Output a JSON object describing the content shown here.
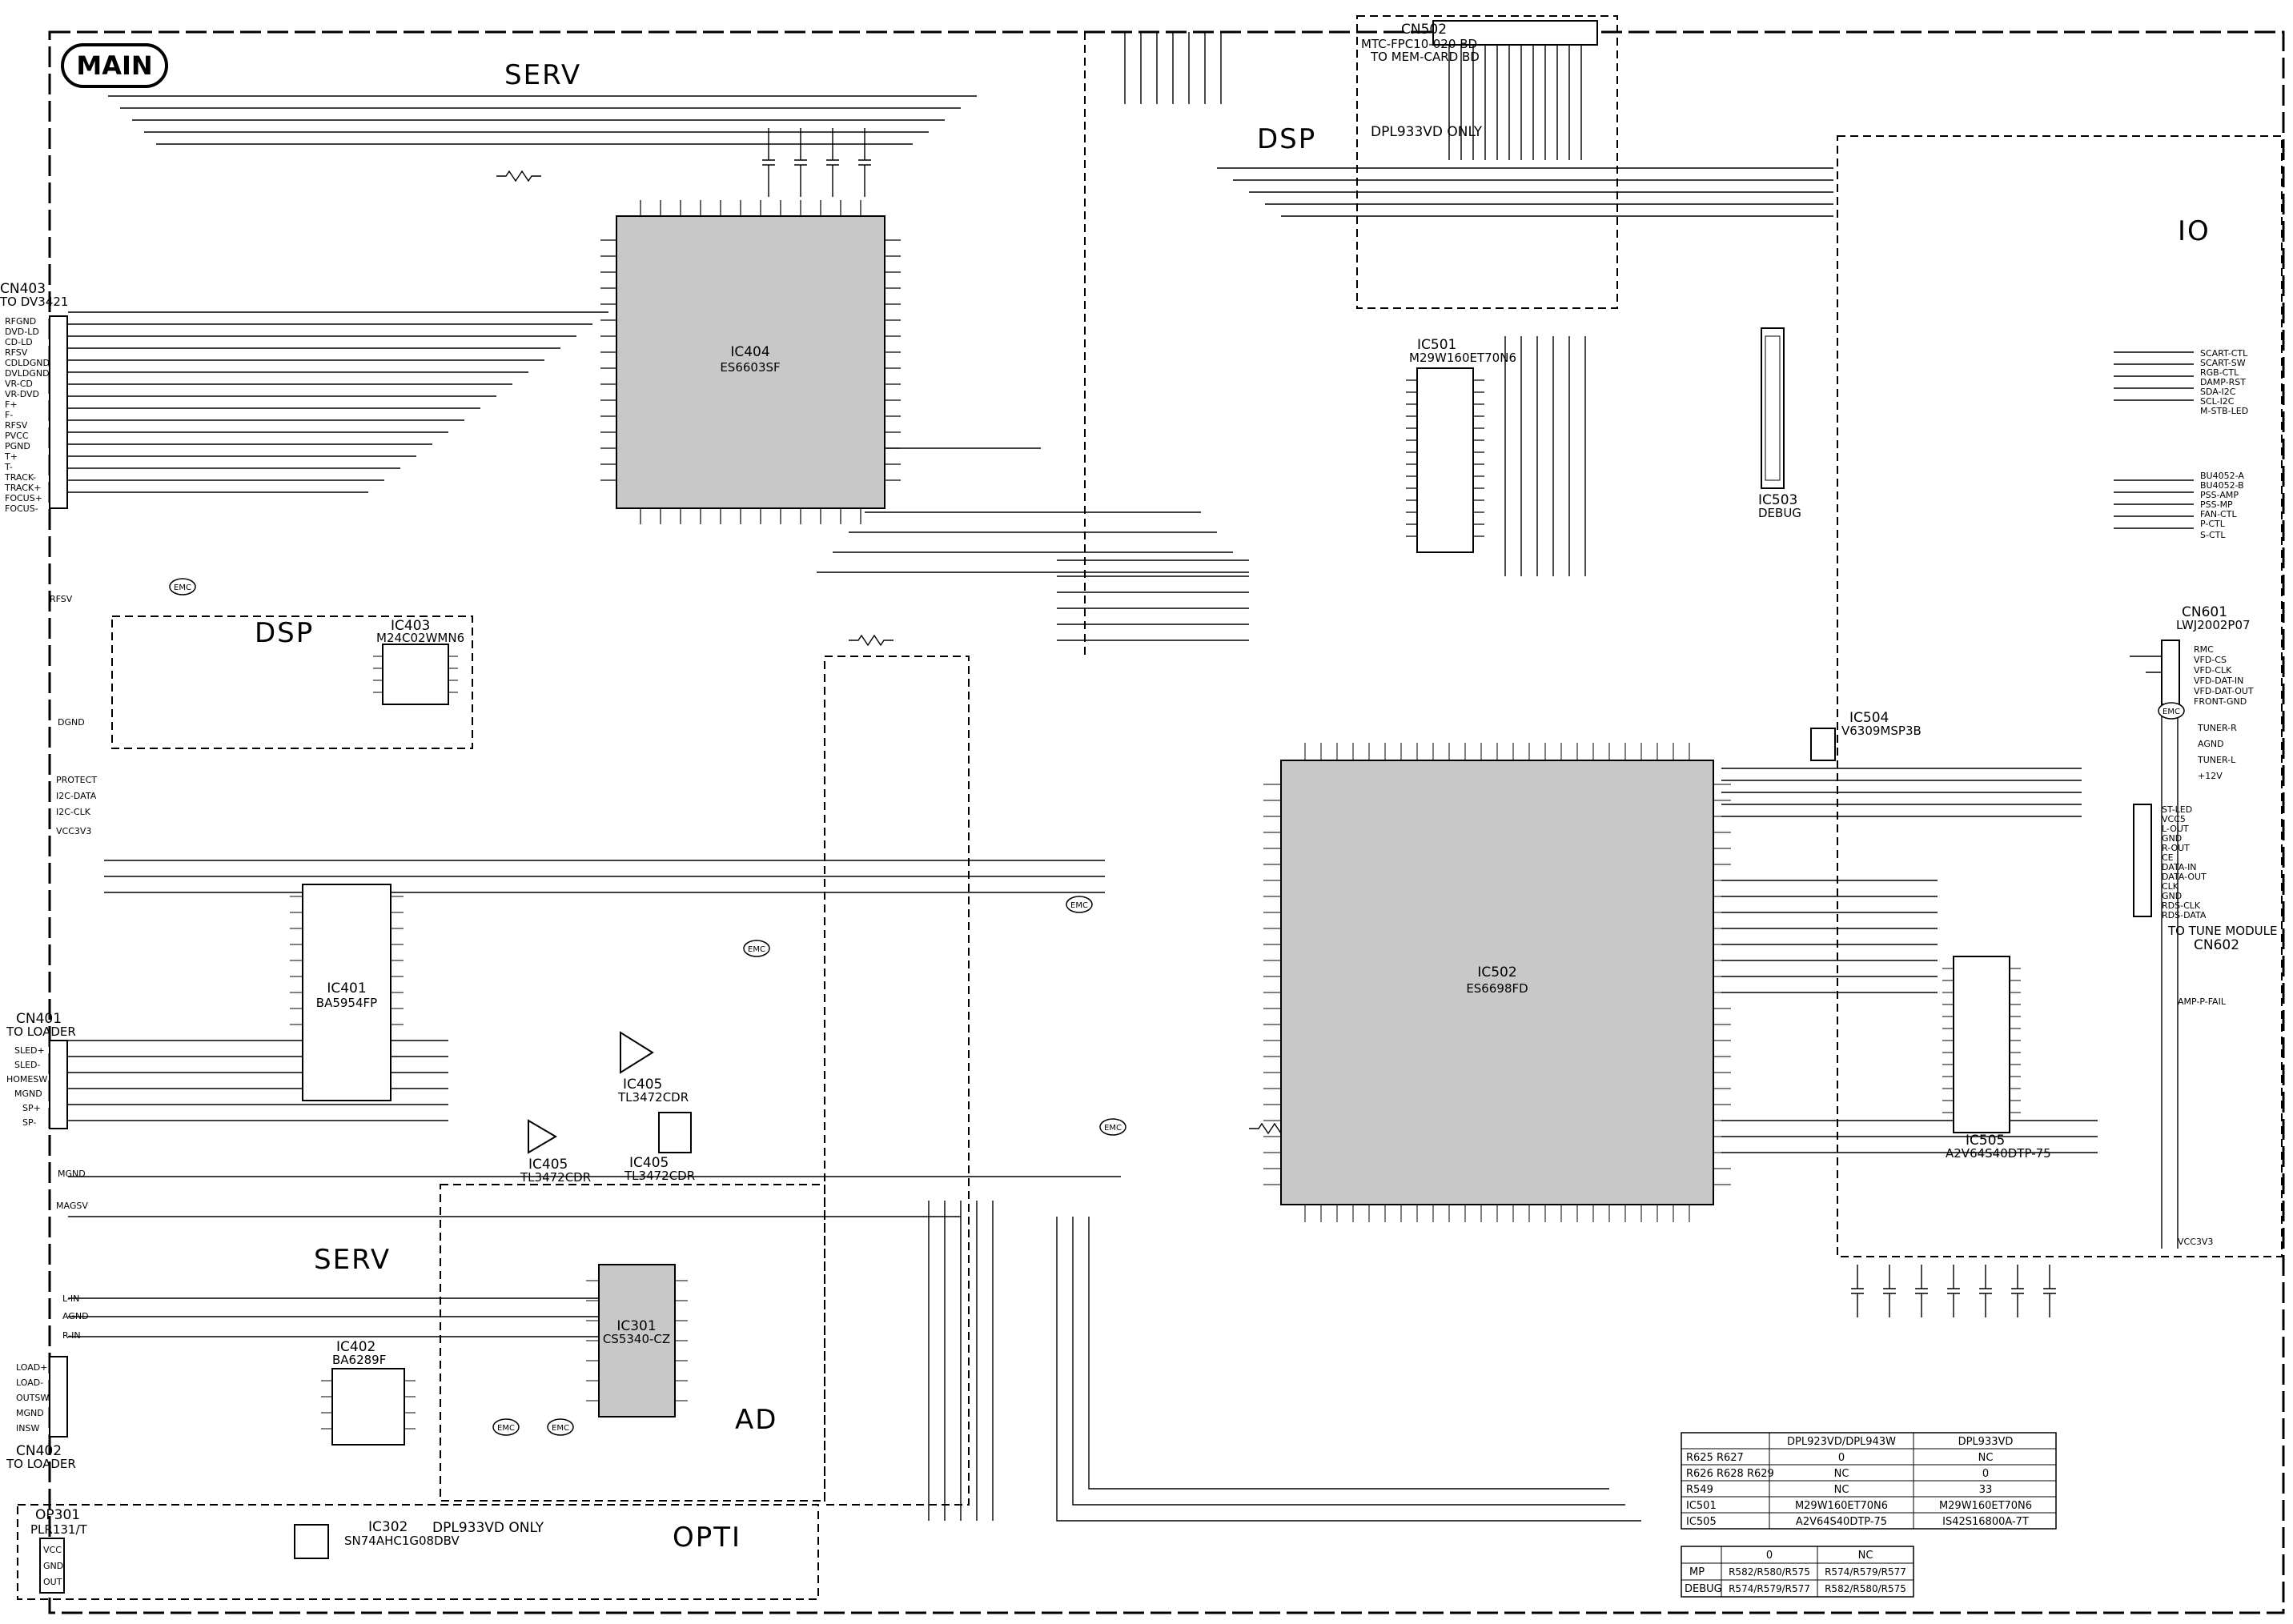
{
  "sheet": {
    "badge": "MAIN",
    "sections": {
      "serv_top": "SERV",
      "dsp_top": "DSP",
      "io": "IO",
      "dsp_small": "DSP",
      "serv_bottom": "SERV",
      "ad": "AD",
      "opti": "OPTI"
    },
    "notes": {
      "dpl933vd_only_top": "DPL933VD ONLY",
      "dpl933vd_only_bottom": "DPL933VD ONLY",
      "to_tune_module": "TO TUNE MODULE",
      "to_mem_card": "TO MEM-CARD BD"
    }
  },
  "chips": [
    {
      "id": "IC404",
      "part": "ES6603SF"
    },
    {
      "id": "IC501",
      "part": "M29W160ET70N6"
    },
    {
      "id": "IC502",
      "part": "ES6698FD"
    },
    {
      "id": "IC503",
      "part": "DEBUG"
    },
    {
      "id": "IC504",
      "part": "V6309MSP3B"
    },
    {
      "id": "IC505",
      "part": "A2V64S40DTP-75"
    },
    {
      "id": "IC401",
      "part": "BA5954FP"
    },
    {
      "id": "IC402",
      "part": "BA6289F"
    },
    {
      "id": "IC403",
      "part": "M24C02WMN6"
    },
    {
      "id": "IC405a",
      "label": "IC405",
      "part": "TL3472CDR"
    },
    {
      "id": "IC405b",
      "label": "IC405",
      "part": "TL3472CDR"
    },
    {
      "id": "IC405c",
      "label": "IC405",
      "part": "TL3472CDR"
    },
    {
      "id": "IC301",
      "part": "CS5340-CZ"
    },
    {
      "id": "IC302",
      "part": "SN74AHC1G08DBV"
    }
  ],
  "connectors": {
    "cn403": {
      "title": "CN403",
      "subtitle": "TO DV3421",
      "pins": [
        "RFGND",
        "DVD-LD",
        "CD-LD",
        "RFSV",
        "CDLDGND",
        "DVLDGND",
        "VR-CD",
        "VR-DVD",
        "F+",
        "F-",
        "RFSV",
        "PVCC",
        "PGND",
        "T+",
        "T-",
        "TRACK-",
        "TRACK+",
        "FOCUS+",
        "FOCUS-"
      ]
    },
    "cn401": {
      "title": "CN401",
      "subtitle": "TO LOADER",
      "pins": [
        "SLED+",
        "SLED-",
        "HOMESW",
        "MGND",
        "SP+",
        "SP-"
      ]
    },
    "cn402": {
      "title": "CN402",
      "subtitle": "TO LOADER",
      "pins": [
        "LOAD+",
        "LOAD-",
        "OUTSW",
        "MGND",
        "INSW"
      ]
    },
    "cn502": {
      "title": "CN502",
      "subtitle": "MTC-FPC10-020-BD"
    },
    "cn601": {
      "title": "CN601",
      "subtitle": "LWJ2002P07",
      "pins": [
        "RMC",
        "VFD-CS",
        "VFD-CLK",
        "VFD-DAT-IN",
        "VFD-DAT-OUT",
        "FRONT-GND"
      ]
    },
    "cn602": {
      "title": "CN602",
      "pins": [
        "ST-LED",
        "VCC5",
        "L-OUT",
        "GND",
        "R-OUT",
        "CE",
        "DATA-IN",
        "DATA-OUT",
        "CLK",
        "GND",
        "RDS-CLK",
        "RDS-DATA"
      ]
    },
    "op301": {
      "title": "OP301",
      "subtitle": "PLR131/T",
      "pins": [
        "VCC",
        "GND",
        "OUT"
      ]
    }
  },
  "side_signals": {
    "left": [
      "RFSV",
      "DGND",
      "PROTECT",
      "I2C-DATA",
      "I2C-CLK",
      "VCC3V3",
      "MGND",
      "MAGSV",
      "L-IN",
      "AGND",
      "R-IN"
    ],
    "right_top": [
      "SCART-CTL",
      "SCART-SW",
      "RGB-CTL",
      "DAMP-RST",
      "SDA-I2C",
      "SCL-I2C",
      "M-STB-LED"
    ],
    "right_mid": [
      "BU4052-A",
      "BU4052-B",
      "PSS-AMP",
      "PSS-MP",
      "FAN-CTL",
      "P-CTL",
      "S-CTL"
    ],
    "right_tuner": [
      "TUNER-R",
      "AGND",
      "TUNER-L",
      "+12V"
    ],
    "right_bottom": [
      "AMP-P-FAIL",
      "VCC3V3"
    ]
  },
  "emc_label": "EMC",
  "variant_table_1": {
    "headers": [
      "",
      "DPL923VD/DPL943W",
      "DPL933VD"
    ],
    "rows": [
      [
        "R625 R627",
        "0",
        "NC"
      ],
      [
        "R626 R628 R629",
        "NC",
        "0"
      ],
      [
        "R549",
        "NC",
        "33"
      ],
      [
        "IC501",
        "M29W160ET70N6",
        "M29W160ET70N6"
      ],
      [
        "IC505",
        "A2V64S40DTP-75",
        "IS42S16800A-7T"
      ]
    ]
  },
  "variant_table_2": {
    "headers": [
      "",
      "0",
      "NC"
    ],
    "rows": [
      [
        "MP",
        "R582/R580/R575",
        "R574/R579/R577"
      ],
      [
        "DEBUG",
        "R574/R579/R577",
        "R582/R580/R575"
      ]
    ]
  }
}
